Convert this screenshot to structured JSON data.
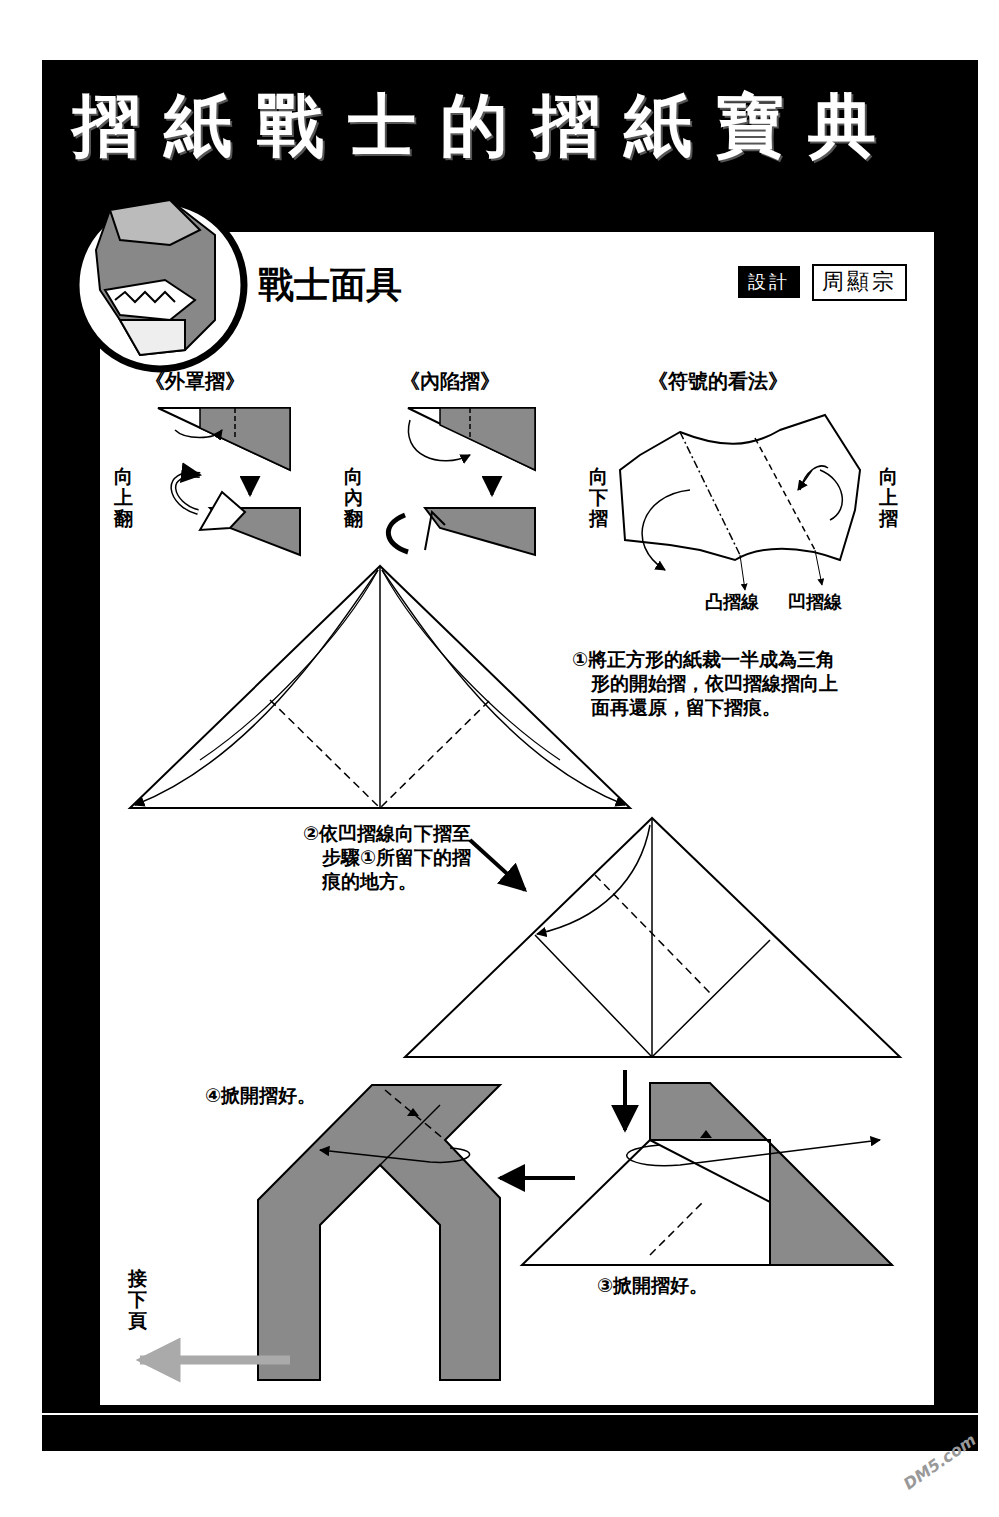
{
  "diagram": {
    "title": "摺紙戰士的摺紙寶典",
    "nodes": [
      {
        "text": [
          "設計"
        ]
      },
      {
        "text": [
          "周顯宗"
        ]
      }
    ],
    "edges": [],
    "labels": [
      "戰士面具",
      "《外罩摺》",
      "《內陷摺》",
      "《符號的看法》",
      "向上翻",
      "向內翻",
      "向下摺",
      "向上摺",
      "凸摺線",
      "凹摺線",
      "①將正方形的紙裁一半成為三角形的開始摺，依凹摺線摺向上面再還原，留下摺痕。",
      "②依凹摺線向下摺至步驟①所留下的摺痕的地方。",
      "④掀開摺好。",
      "③掀開摺好。",
      "接下頁",
      "DM5.com"
    ]
  }
}
